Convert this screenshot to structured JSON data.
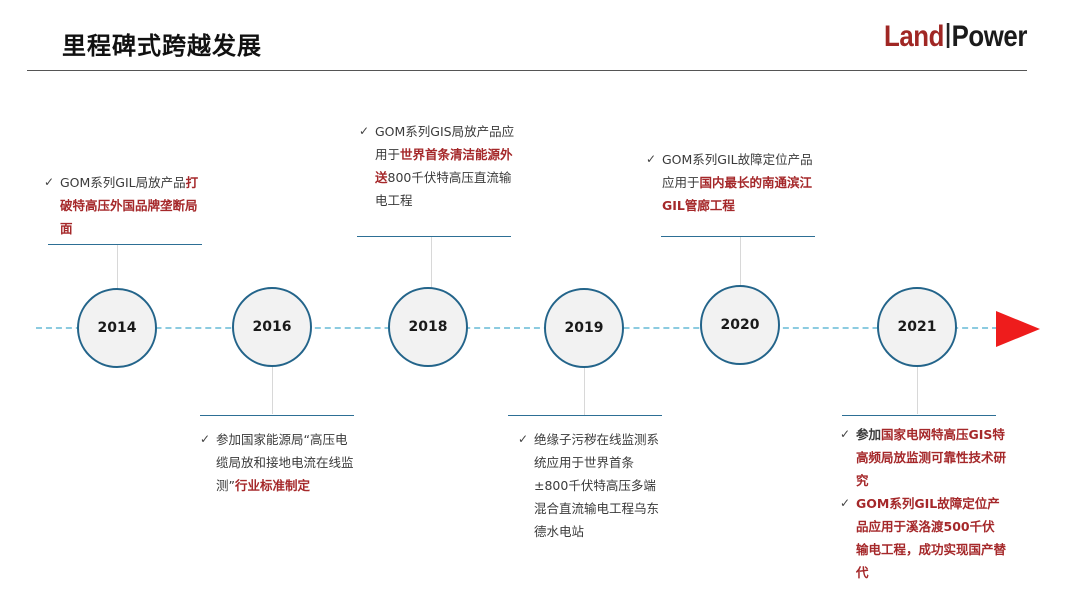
{
  "header": {
    "title": "里程碑式跨越发展",
    "logo": {
      "part1": "Land",
      "part2": "Power"
    }
  },
  "check_glyph": "✓",
  "milestones": [
    {
      "year": "2014",
      "items": [
        {
          "segments": [
            "GOM系列GIL局放产品",
            "打破特高压外国品牌垄断局面"
          ]
        }
      ]
    },
    {
      "year": "2016",
      "items": [
        {
          "segments": [
            "参加国家能源局“高压电缆局放和接地电流在线监测”",
            "行业标准制定"
          ]
        }
      ]
    },
    {
      "year": "2018",
      "items": [
        {
          "segments": [
            "GOM系列GIS局放产品应用于",
            "世界首条清洁能源外送",
            "800千伏特高压直流输电工程"
          ]
        }
      ]
    },
    {
      "year": "2019",
      "items": [
        {
          "segments": [
            "绝缘子污秽在线监测系统应用于世界首条±800千伏特高压多端混合直流输电工程乌东德水电站"
          ]
        }
      ]
    },
    {
      "year": "2020",
      "items": [
        {
          "segments": [
            "GOM系列GIL故障定位产品应用于",
            "国内最长的南通滨江GIL管廊工程"
          ]
        }
      ]
    },
    {
      "year": "2021",
      "items": [
        {
          "segments": [
            "参加",
            "国家电网特高压GIS特高频局放监测可靠性技术研究"
          ]
        },
        {
          "segments": [
            "GOM系列GIL故障定位产品应用于",
            "溪洛渡500千伏输电工程，成功实现国产替代"
          ]
        }
      ]
    }
  ]
}
